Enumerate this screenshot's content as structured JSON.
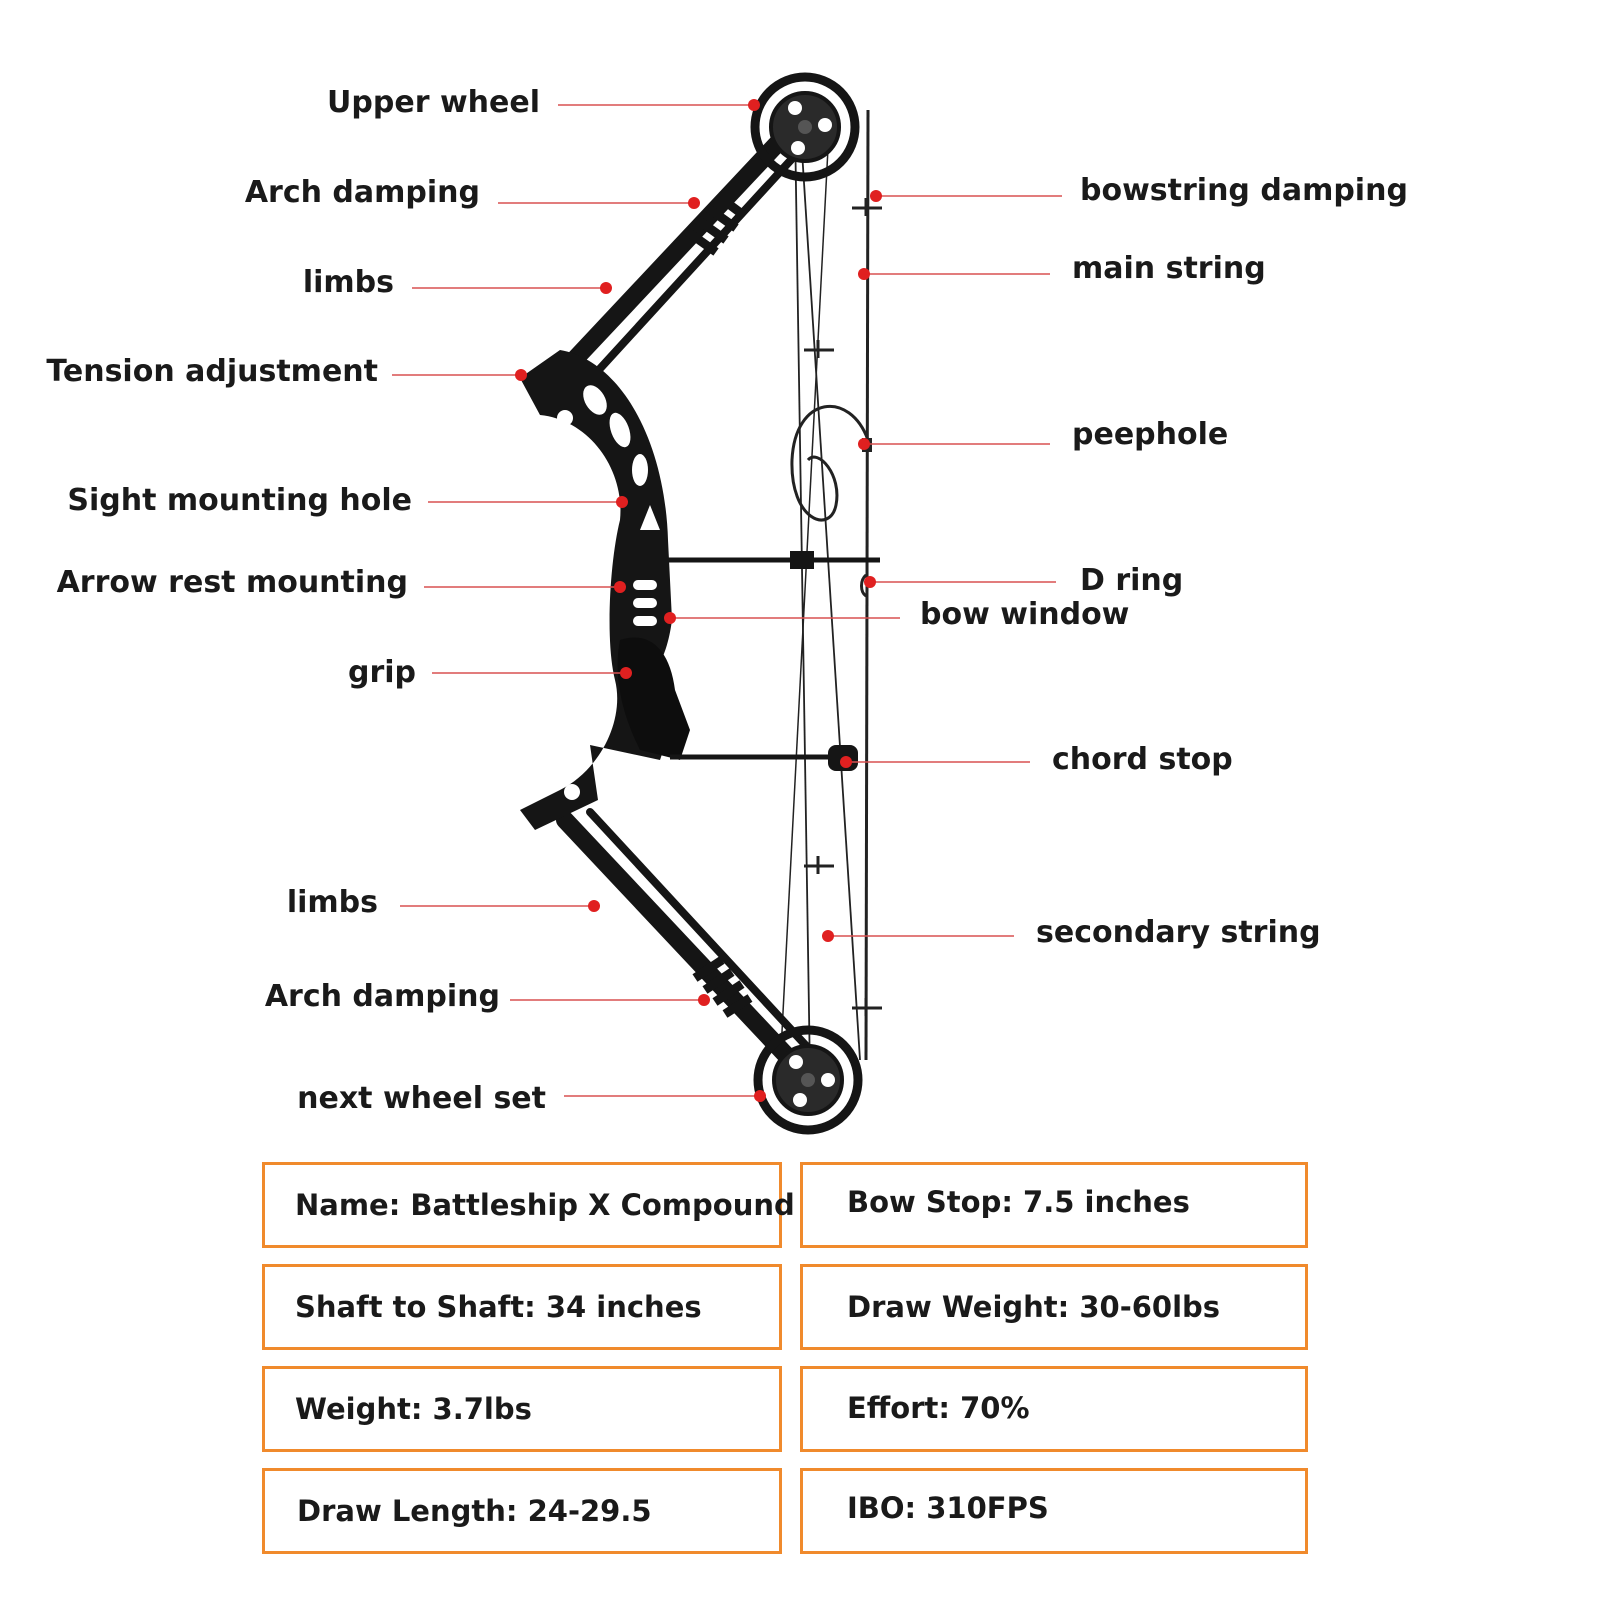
{
  "colors": {
    "pointer": "#e02020",
    "leader_line": "#d85050",
    "bow": "#151515",
    "spec_border": "#f08a2c",
    "text": "#1a1a1a"
  },
  "parts_left": [
    "Upper wheel",
    "Arch damping",
    "limbs",
    "Tension adjustment",
    "Sight mounting hole",
    "Arrow rest mounting",
    "grip",
    "limbs",
    "Arch damping",
    "next wheel set"
  ],
  "parts_right": [
    "bowstring damping",
    "main string",
    "peephole",
    "D ring",
    "bow window",
    "chord stop",
    "secondary string"
  ],
  "specs": [
    "Name: Battleship X Compound",
    "Bow Stop: 7.5 inches",
    "Shaft to Shaft: 34 inches",
    "Draw Weight: 30-60lbs",
    "Weight: 3.7lbs",
    "Effort: 70%",
    "Draw Length: 24-29.5",
    "IBO: 310FPS"
  ]
}
